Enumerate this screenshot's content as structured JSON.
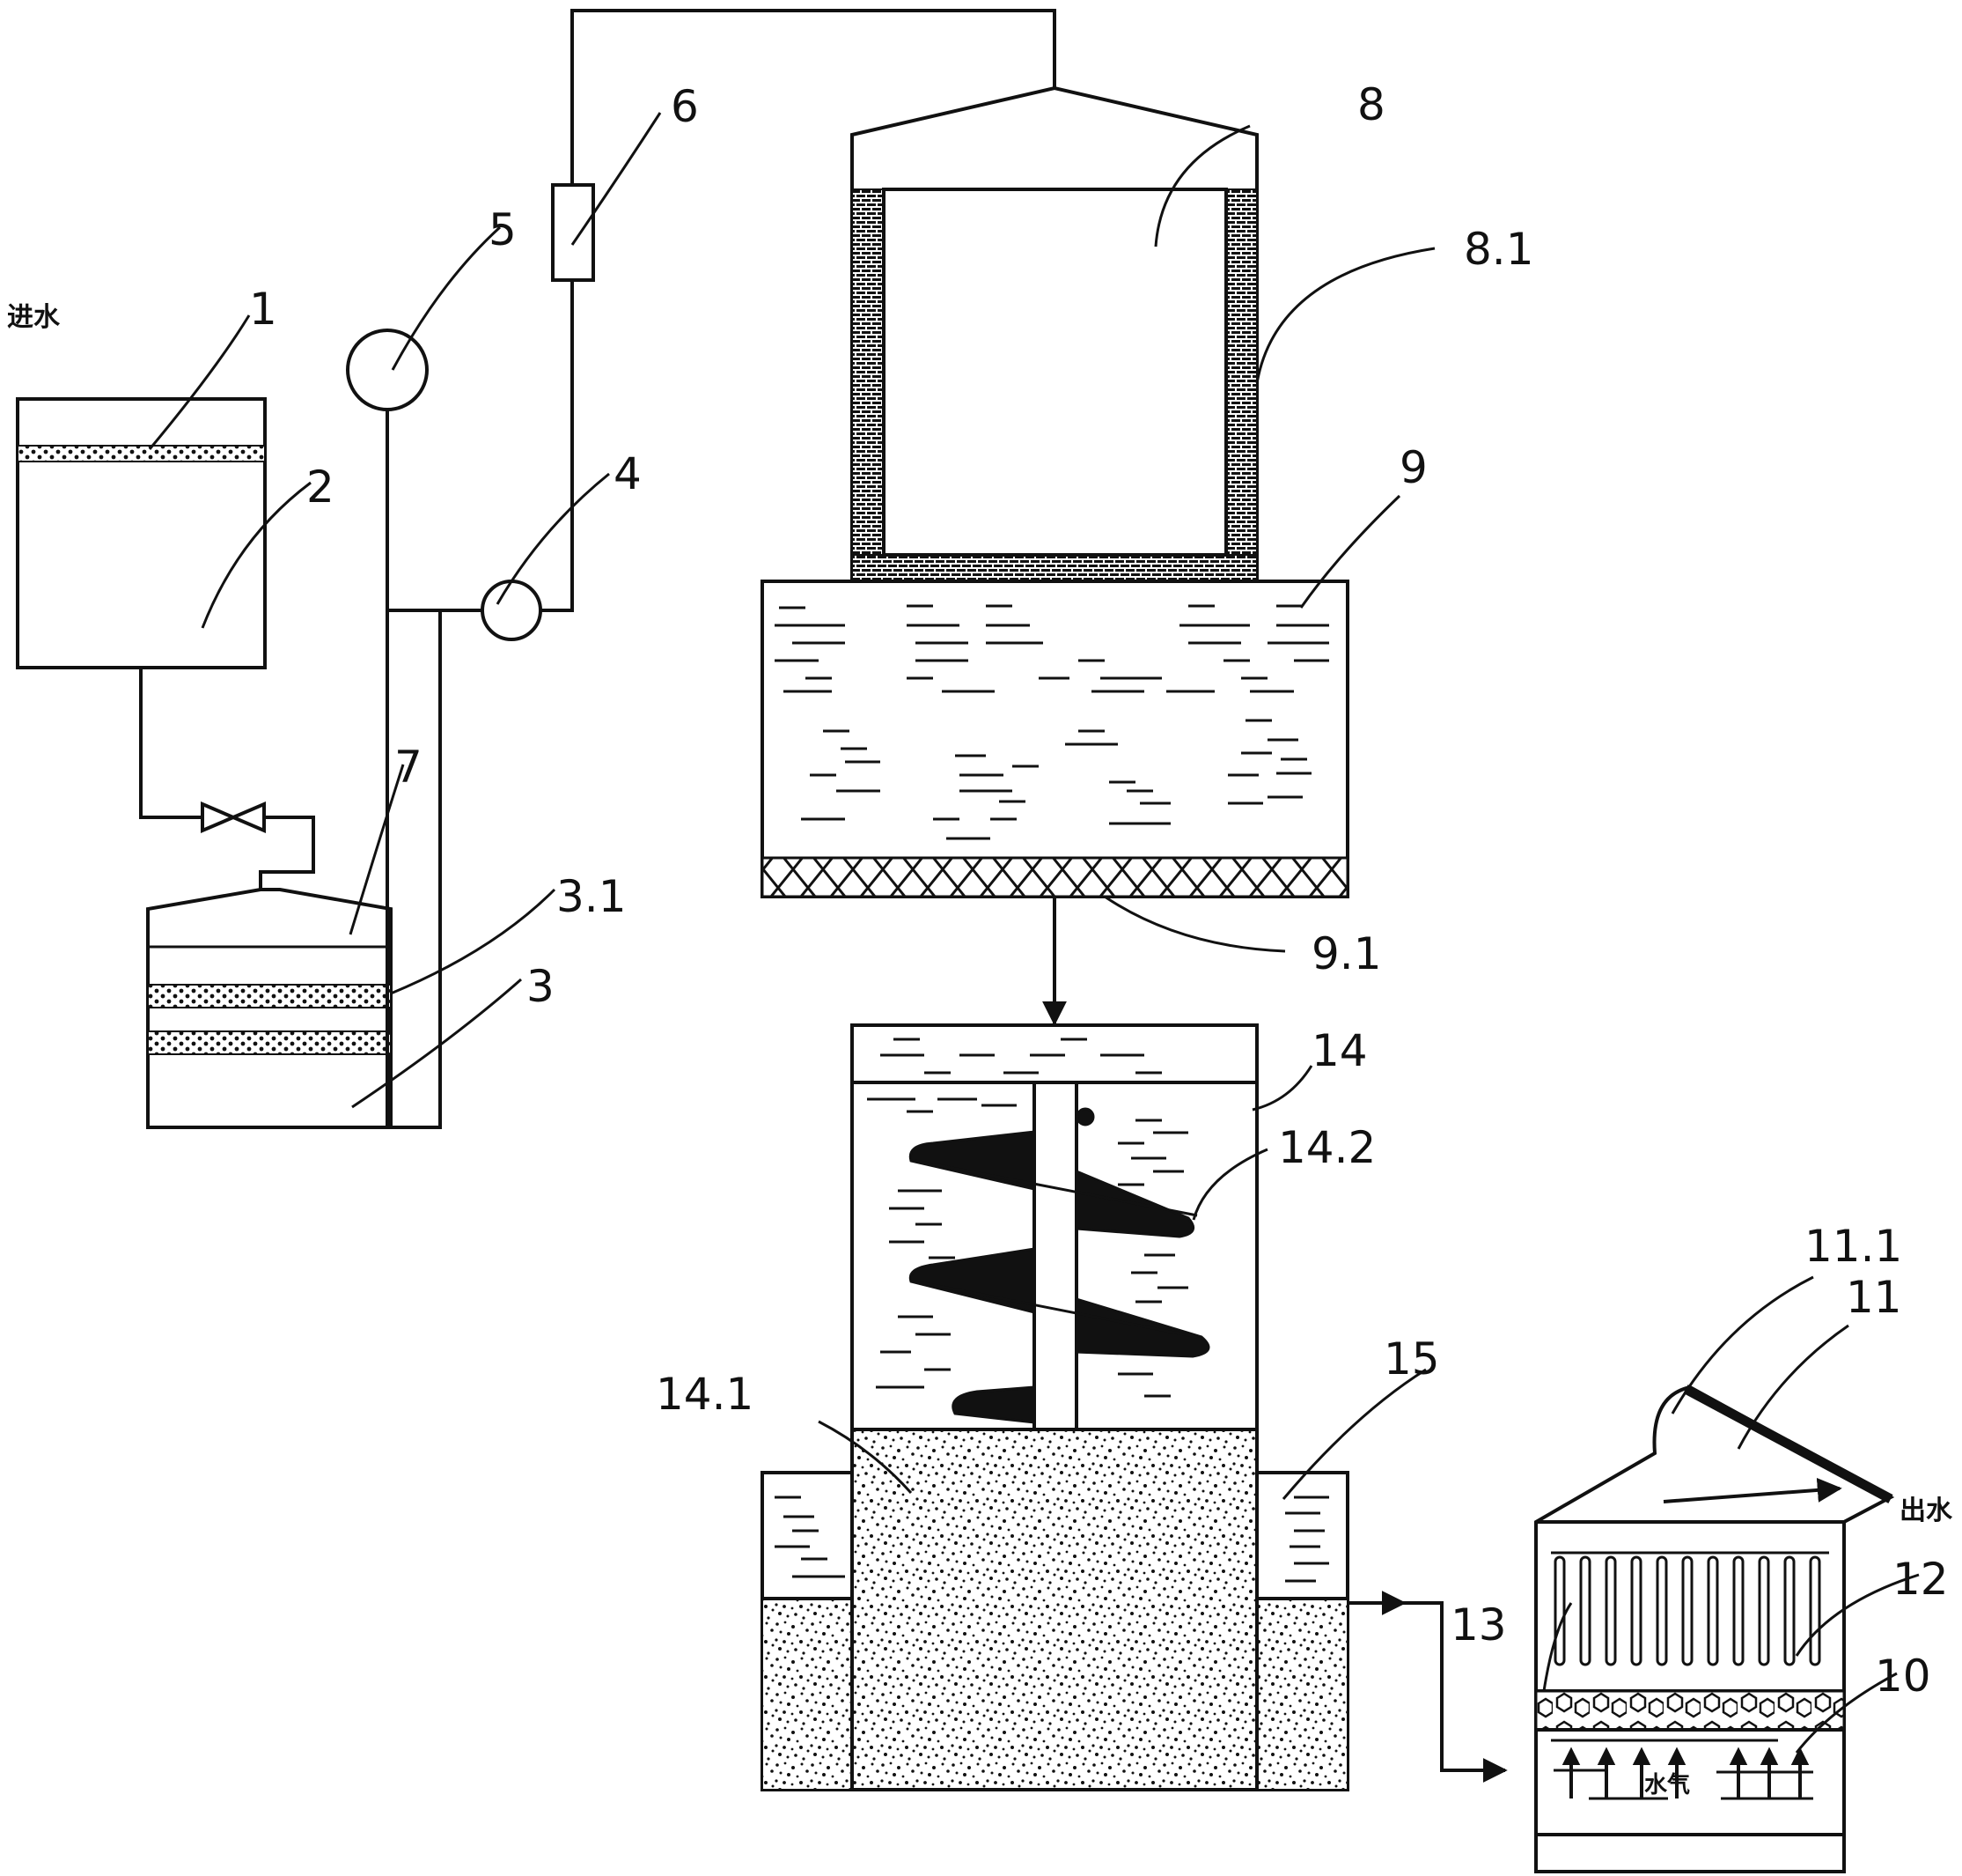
{
  "labels": {
    "l1": "1",
    "l2": "2",
    "l3": "3",
    "l3_1": "3.1",
    "l4": "4",
    "l5": "5",
    "l6": "6",
    "l7": "7",
    "l8": "8",
    "l8_1": "8.1",
    "l9": "9",
    "l9_1": "9.1",
    "l10": "10",
    "l11": "11",
    "l11_1": "11.1",
    "l12": "12",
    "l13": "13",
    "l14": "14",
    "l14_1": "14.1",
    "l14_2": "14.2",
    "l15": "15"
  },
  "text": {
    "inlet": "进水",
    "outlet": "出水",
    "water_vapor": "水气"
  },
  "colors": {
    "stroke": "#111111",
    "background": "#ffffff"
  }
}
